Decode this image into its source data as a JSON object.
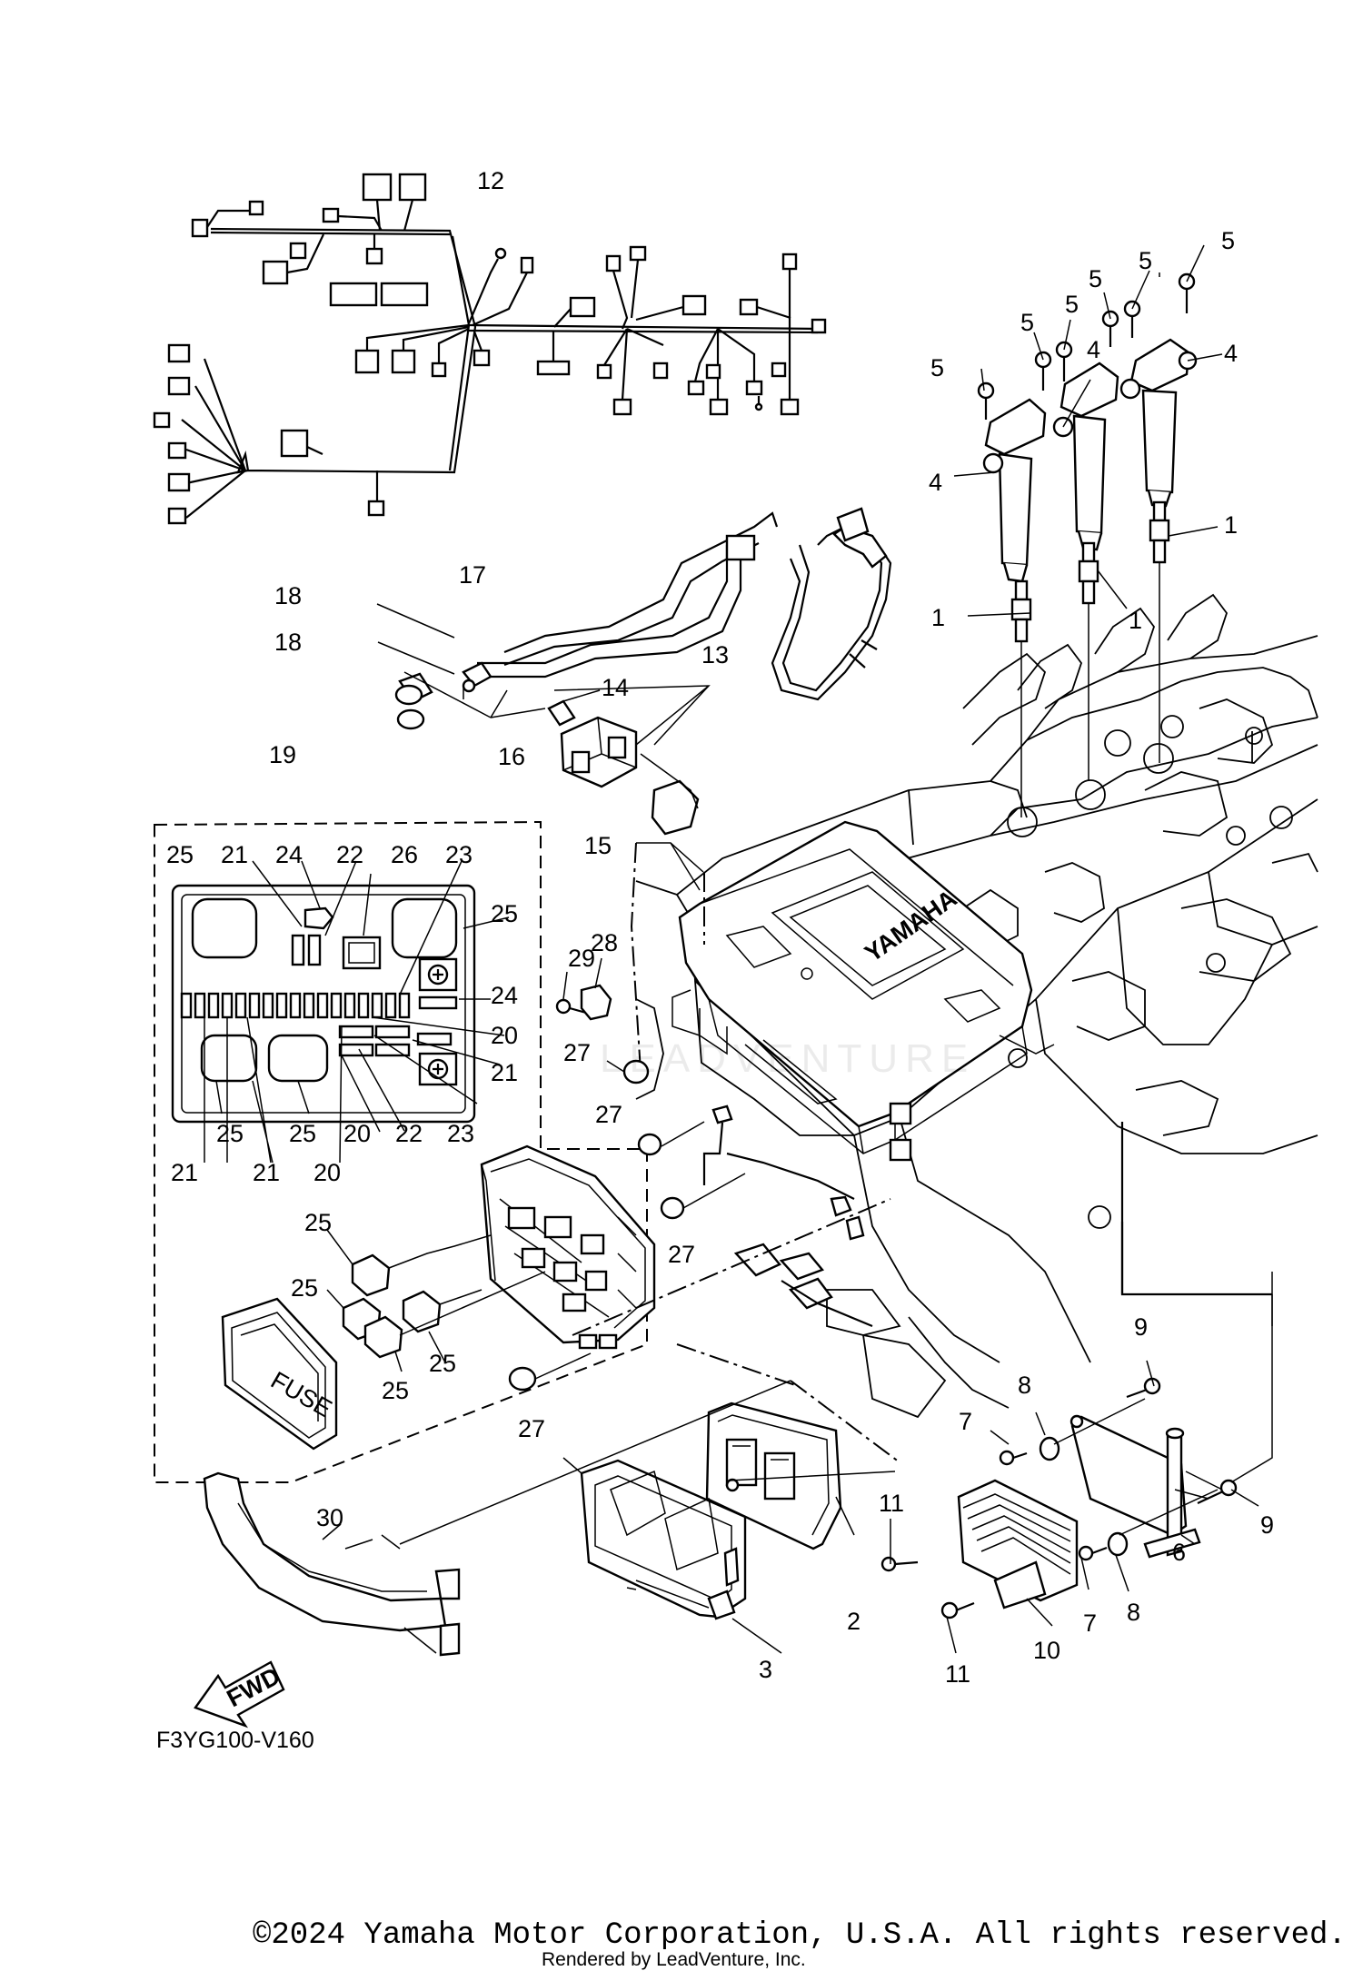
{
  "diagram_code": "F3YG100-V160",
  "copyright": "©2024 Yamaha Motor Corporation, U.S.A. All rights reserved.",
  "rendered_by": "Rendered by LeadVenture, Inc.",
  "fwd_arrow_label": "FWD",
  "brand_mark": "YAMAHA",
  "fuse_cover_label": "FUSE",
  "watermark": "LEADVENTURE",
  "callouts": {
    "c1a": "1",
    "c1b": "1",
    "c1c": "1",
    "c2": "2",
    "c3": "3",
    "c4a": "4",
    "c4b": "4",
    "c4c": "4",
    "c5a": "5",
    "c5b": "5",
    "c5c": "5",
    "c5d": "5",
    "c5e": "5",
    "c5f": "5",
    "c6": "6",
    "c7a": "7",
    "c7b": "7",
    "c8a": "8",
    "c8b": "8",
    "c9a": "9",
    "c9b": "9",
    "c10": "10",
    "c11a": "11",
    "c11b": "11",
    "c12": "12",
    "c13": "13",
    "c14": "14",
    "c15": "15",
    "c16": "16",
    "c17": "17",
    "c18a": "18",
    "c18b": "18",
    "c19": "19",
    "c20a": "20",
    "c20b": "20",
    "c20c": "20",
    "c21a": "21",
    "c21b": "21",
    "c21c": "21",
    "c21d": "21",
    "c22a": "22",
    "c22b": "22",
    "c23a": "23",
    "c23b": "23",
    "c24a": "24",
    "c24b": "24",
    "c25a": "25",
    "c25b": "25",
    "c25c": "25",
    "c25d": "25",
    "c25e": "25",
    "c25f": "25",
    "c25g": "25",
    "c25h": "25",
    "c26": "26",
    "c27a": "27",
    "c27b": "27",
    "c27c": "27",
    "c27d": "27",
    "c28": "28",
    "c29": "29",
    "c30": "30"
  }
}
